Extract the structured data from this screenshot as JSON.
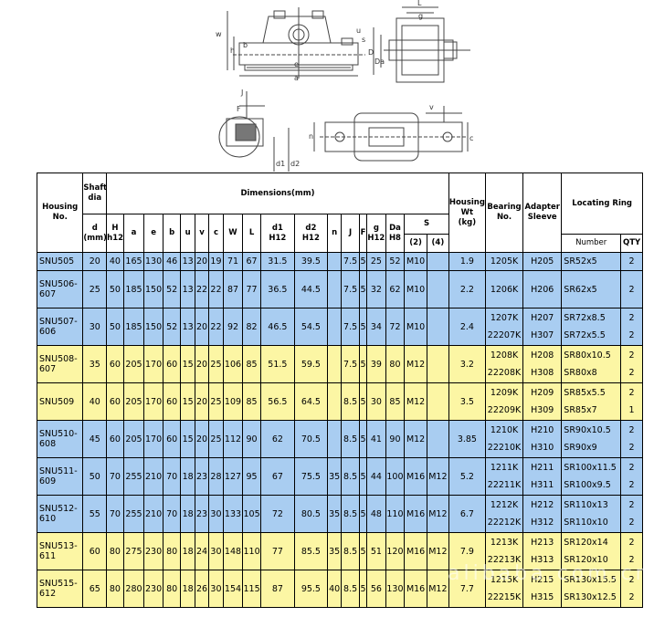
{
  "drawing_labels": {
    "w": "w",
    "h": "h",
    "a": "a",
    "e": "e",
    "b": "b",
    "u": "u",
    "s": "s",
    "L": "L",
    "g": "g",
    "Da": "Da",
    "D": "D",
    "J": "J",
    "F": "F",
    "d1": "d1",
    "d2": "d2",
    "n": "n",
    "v": "v",
    "c": "c"
  },
  "header": {
    "housing_no": "Housing No.",
    "housing_l1": "Housing",
    "housing_l2": "No.",
    "shaft_l1": "Shaft",
    "shaft_l2": "dia",
    "dimensions": "Dimensions(mm)",
    "housing_wt_l1": "Housing",
    "housing_wt_l2": "Wt",
    "housing_wt_l3": "(kg)",
    "bearing_l1": "Bearing",
    "bearing_l2": "No.",
    "adapter_l1": "Adapter",
    "adapter_l2": "Sleeve",
    "locating_ring": "Locating Ring",
    "d": "d",
    "d_unit": "(mm)",
    "H": "H",
    "H_sub": "h12",
    "a": "a",
    "e": "e",
    "b": "b",
    "u": "u",
    "v": "v",
    "c": "c",
    "W": "W",
    "L": "L",
    "d1": "d1",
    "d1_sub": "H12",
    "d2": "d2",
    "d2_sub": "H12",
    "n": "n",
    "J": "J",
    "F": "F",
    "g": "g",
    "g_sub": "H12",
    "Da": "Da",
    "Da_sub": "H8",
    "S": "S",
    "S2": "(2)",
    "S4": "(4)",
    "number": "Number",
    "qty": "QTY"
  },
  "rows": [
    {
      "color": "blue",
      "housing": [
        "SNU505"
      ],
      "d": "20",
      "H": "40",
      "a": "165",
      "e": "130",
      "b": "46",
      "u": "13",
      "v": "20",
      "c": "19",
      "W": "71",
      "L": "67",
      "d1": "31.5",
      "d2": "39.5",
      "n": "",
      "J": "7.5",
      "F": "5",
      "g": "25",
      "Da": "52",
      "S2": "M10",
      "S4": "",
      "wt": "1.9",
      "bearing": [
        "1205K"
      ],
      "adapter": [
        "H205"
      ],
      "ring": [
        "SR52x5"
      ],
      "qty": [
        "2"
      ]
    },
    {
      "color": "blue",
      "housing": [
        "SNU506-",
        "607"
      ],
      "d": "25",
      "H": "50",
      "a": "185",
      "e": "150",
      "b": "52",
      "u": "13",
      "v": "22",
      "c": "22",
      "W": "87",
      "L": "77",
      "d1": "36.5",
      "d2": "44.5",
      "n": "",
      "J": "7.5",
      "F": "5",
      "g": "32",
      "Da": "62",
      "S2": "M10",
      "S4": "",
      "wt": "2.2",
      "bearing": [
        "1206K"
      ],
      "adapter": [
        "H206"
      ],
      "ring": [
        "SR62x5"
      ],
      "qty": [
        "2"
      ]
    },
    {
      "color": "blue",
      "housing": [
        "SNU507-",
        "606"
      ],
      "d": "30",
      "H": "50",
      "a": "185",
      "e": "150",
      "b": "52",
      "u": "13",
      "v": "20",
      "c": "22",
      "W": "92",
      "L": "82",
      "d1": "46.5",
      "d2": "54.5",
      "n": "",
      "J": "7.5",
      "F": "5",
      "g": "34",
      "Da": "72",
      "S2": "M10",
      "S4": "",
      "wt": "2.4",
      "bearing": [
        "1207K",
        "22207K"
      ],
      "adapter": [
        "H207",
        "H307"
      ],
      "ring": [
        "SR72x8.5",
        "SR72x5.5"
      ],
      "qty": [
        "2",
        "2"
      ]
    },
    {
      "color": "yellow",
      "housing": [
        "SNU508-",
        "607"
      ],
      "d": "35",
      "H": "60",
      "a": "205",
      "e": "170",
      "b": "60",
      "u": "15",
      "v": "20",
      "c": "25",
      "W": "106",
      "L": "85",
      "d1": "51.5",
      "d2": "59.5",
      "n": "",
      "J": "7.5",
      "F": "5",
      "g": "39",
      "Da": "80",
      "S2": "M12",
      "S4": "",
      "wt": "3.2",
      "bearing": [
        "1208K",
        "22208K"
      ],
      "adapter": [
        "H208",
        "H308"
      ],
      "ring": [
        "SR80x10.5",
        "SR80x8"
      ],
      "qty": [
        "2",
        "2"
      ]
    },
    {
      "color": "yellow",
      "housing": [
        "SNU509"
      ],
      "d": "40",
      "H": "60",
      "a": "205",
      "e": "170",
      "b": "60",
      "u": "15",
      "v": "20",
      "c": "25",
      "W": "109",
      "L": "85",
      "d1": "56.5",
      "d2": "64.5",
      "n": "",
      "J": "8.5",
      "F": "5",
      "g": "30",
      "Da": "85",
      "S2": "M12",
      "S4": "",
      "wt": "3.5",
      "bearing": [
        "1209K",
        "22209K"
      ],
      "adapter": [
        "H209",
        "H309"
      ],
      "ring": [
        "SR85x5.5",
        "SR85x7"
      ],
      "qty": [
        "2",
        "1"
      ]
    },
    {
      "color": "blue",
      "housing": [
        "SNU510-",
        "608"
      ],
      "d": "45",
      "H": "60",
      "a": "205",
      "e": "170",
      "b": "60",
      "u": "15",
      "v": "20",
      "c": "25",
      "W": "112",
      "L": "90",
      "d1": "62",
      "d2": "70.5",
      "n": "",
      "J": "8.5",
      "F": "5",
      "g": "41",
      "Da": "90",
      "S2": "M12",
      "S4": "",
      "wt": "3.85",
      "bearing": [
        "1210K",
        "22210K"
      ],
      "adapter": [
        "H210",
        "H310"
      ],
      "ring": [
        "SR90x10.5",
        "SR90x9"
      ],
      "qty": [
        "2",
        "2"
      ]
    },
    {
      "color": "blue",
      "housing": [
        "SNU511-",
        "609"
      ],
      "d": "50",
      "H": "70",
      "a": "255",
      "e": "210",
      "b": "70",
      "u": "18",
      "v": "23",
      "c": "28",
      "W": "127",
      "L": "95",
      "d1": "67",
      "d2": "75.5",
      "n": "35",
      "J": "8.5",
      "F": "5",
      "g": "44",
      "Da": "100",
      "S2": "M16",
      "S4": "M12",
      "wt": "5.2",
      "bearing": [
        "1211K",
        "22211K"
      ],
      "adapter": [
        "H211",
        "H311"
      ],
      "ring": [
        "SR100x11.5",
        "SR100x9.5"
      ],
      "qty": [
        "2",
        "2"
      ]
    },
    {
      "color": "blue",
      "housing": [
        "SNU512-",
        "610"
      ],
      "d": "55",
      "H": "70",
      "a": "255",
      "e": "210",
      "b": "70",
      "u": "18",
      "v": "23",
      "c": "30",
      "W": "133",
      "L": "105",
      "d1": "72",
      "d2": "80.5",
      "n": "35",
      "J": "8.5",
      "F": "5",
      "g": "48",
      "Da": "110",
      "S2": "M16",
      "S4": "M12",
      "wt": "6.7",
      "bearing": [
        "1212K",
        "22212K"
      ],
      "adapter": [
        "H212",
        "H312"
      ],
      "ring": [
        "SR110x13",
        "SR110x10"
      ],
      "qty": [
        "2",
        "2"
      ]
    },
    {
      "color": "yellow",
      "housing": [
        "SNU513-",
        "611"
      ],
      "d": "60",
      "H": "80",
      "a": "275",
      "e": "230",
      "b": "80",
      "u": "18",
      "v": "24",
      "c": "30",
      "W": "148",
      "L": "110",
      "d1": "77",
      "d2": "85.5",
      "n": "35",
      "J": "8.5",
      "F": "5",
      "g": "51",
      "Da": "120",
      "S2": "M16",
      "S4": "M12",
      "wt": "7.9",
      "bearing": [
        "1213K",
        "22213K"
      ],
      "adapter": [
        "H213",
        "H313"
      ],
      "ring": [
        "SR120x14",
        "SR120x10"
      ],
      "qty": [
        "2",
        "2"
      ]
    },
    {
      "color": "yellow",
      "housing": [
        "SNU515-",
        "612"
      ],
      "d": "65",
      "H": "80",
      "a": "280",
      "e": "230",
      "b": "80",
      "u": "18",
      "v": "26",
      "c": "30",
      "W": "154",
      "L": "115",
      "d1": "87",
      "d2": "95.5",
      "n": "40",
      "J": "8.5",
      "F": "5",
      "g": "56",
      "Da": "130",
      "S2": "M16",
      "S4": "M12",
      "wt": "7.7",
      "bearing": [
        "1215K",
        "22215K"
      ],
      "adapter": [
        "H215",
        "H315"
      ],
      "ring": [
        "SR130x15.5",
        "SR130x12.5"
      ],
      "qty": [
        "2",
        "2"
      ]
    }
  ]
}
